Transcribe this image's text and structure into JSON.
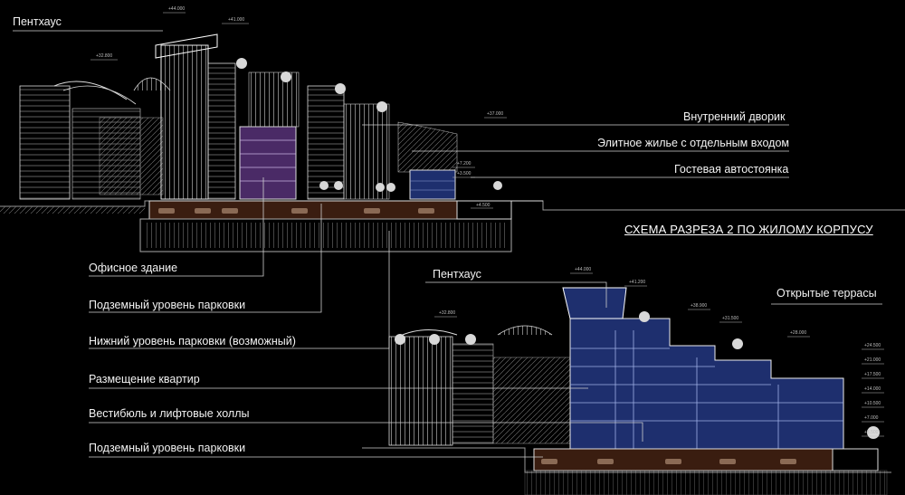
{
  "title": "СХЕМА РАЗРЕЗА 2 ПО ЖИЛОМУ КОРПУСУ",
  "section1": {
    "labels": {
      "penthouse": "Пентхаус",
      "courtyard": "Внутренний дворик",
      "elite": "Элитное жилье с отдельным входом",
      "guest": "Гостевая автостоянка",
      "office": "Офисное здание",
      "underground": "Подземный уровень парковки",
      "lower": "Нижний уровень парковки (возможный)"
    },
    "elevations": [
      "+44.000",
      "+41.000",
      "+32.800",
      "+37.000",
      "+7.200",
      "+3.500",
      "+4.500"
    ]
  },
  "section2": {
    "labels": {
      "penthouse": "Пентхаус",
      "terraces": "Открытые террасы",
      "apartments": "Размещение квартир",
      "lobby": "Вестибюль и лифтовые холлы",
      "underground": "Подземный уровень парковки"
    },
    "elevations": [
      "+44.000",
      "+41.200",
      "+32.800",
      "+38.900",
      "+31.500",
      "+28.000",
      "+24.500",
      "+21.000",
      "+17.500",
      "+14.000",
      "+10.500",
      "+7.000",
      "+3.500"
    ]
  },
  "colors": {
    "background": "#000000",
    "line": "#e8e8e8",
    "purple_block": "#4a2a66",
    "navy_block": "#1e2f6e",
    "parking": "#3a1d10"
  }
}
